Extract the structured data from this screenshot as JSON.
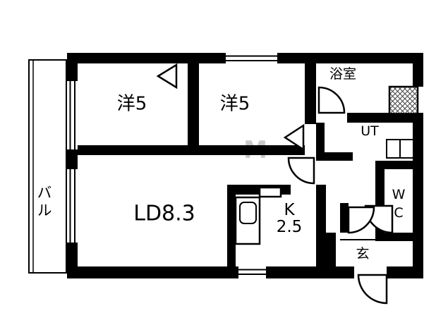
{
  "colors": {
    "wall": "#000000",
    "line": "#000000",
    "watermark": "#c9c9c9"
  },
  "watermark": "M",
  "rooms": {
    "bedroom1": {
      "label": "洋5"
    },
    "bedroom2": {
      "label": "洋5"
    },
    "bath": {
      "label": "浴室"
    },
    "utility": {
      "label": "UT"
    },
    "toilet": {
      "label": "WC"
    },
    "living_dining": {
      "label": "LD8.3"
    },
    "kitchen": {
      "label": "K",
      "area": "2.5"
    },
    "entrance": {
      "label": "玄"
    },
    "balcony": {
      "label": "バル"
    }
  }
}
